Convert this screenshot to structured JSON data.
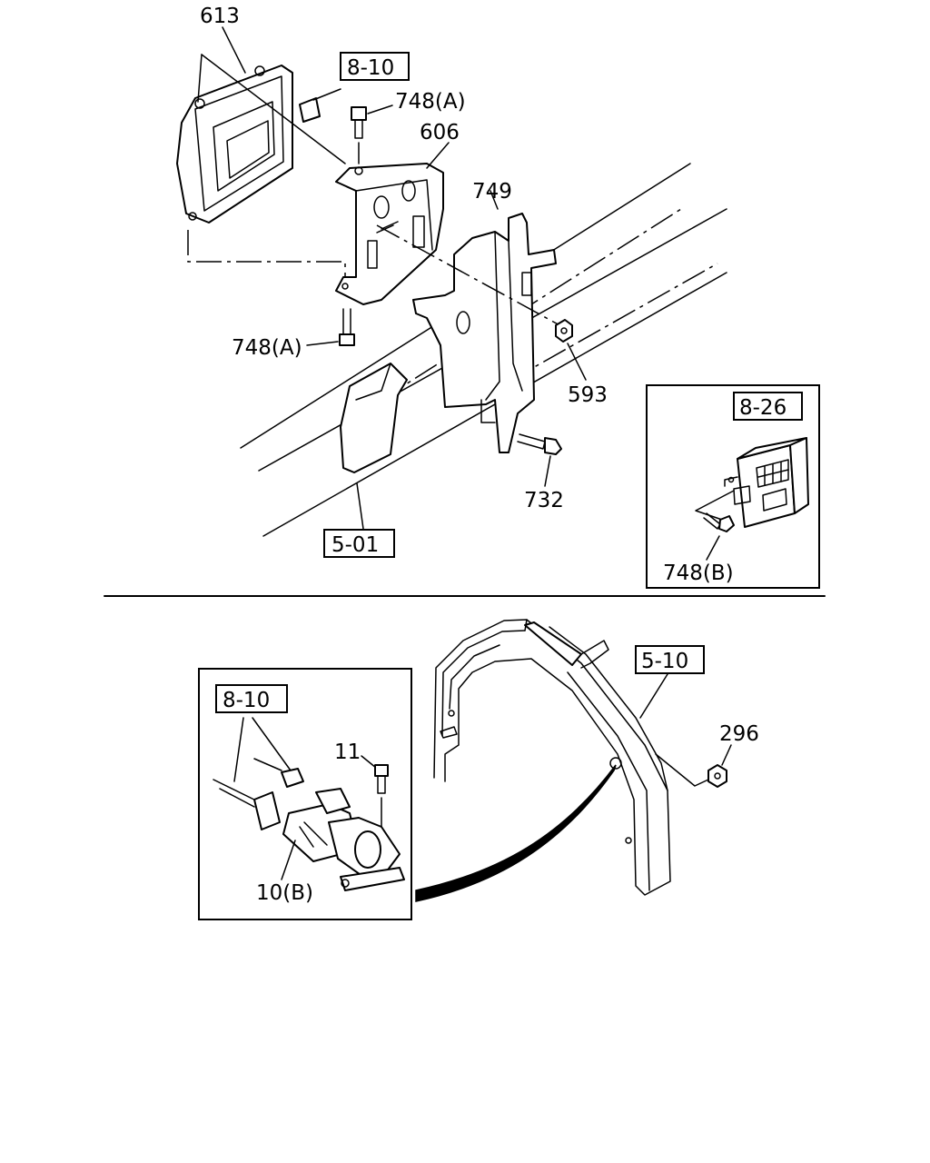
{
  "labels": {
    "p613": "613",
    "ref_8_10_top": "8-10",
    "p748a_top": "748(A)",
    "p606": "606",
    "p749": "749",
    "p748a_bottom": "748(A)",
    "p593": "593",
    "p732": "732",
    "ref_5_01": "5-01",
    "ref_8_26": "8-26",
    "p748b": "748(B)",
    "ref_5_10": "5-10",
    "p296": "296",
    "ref_8_10_inset": "8-10",
    "p11": "11",
    "p10b": "10(B)"
  }
}
